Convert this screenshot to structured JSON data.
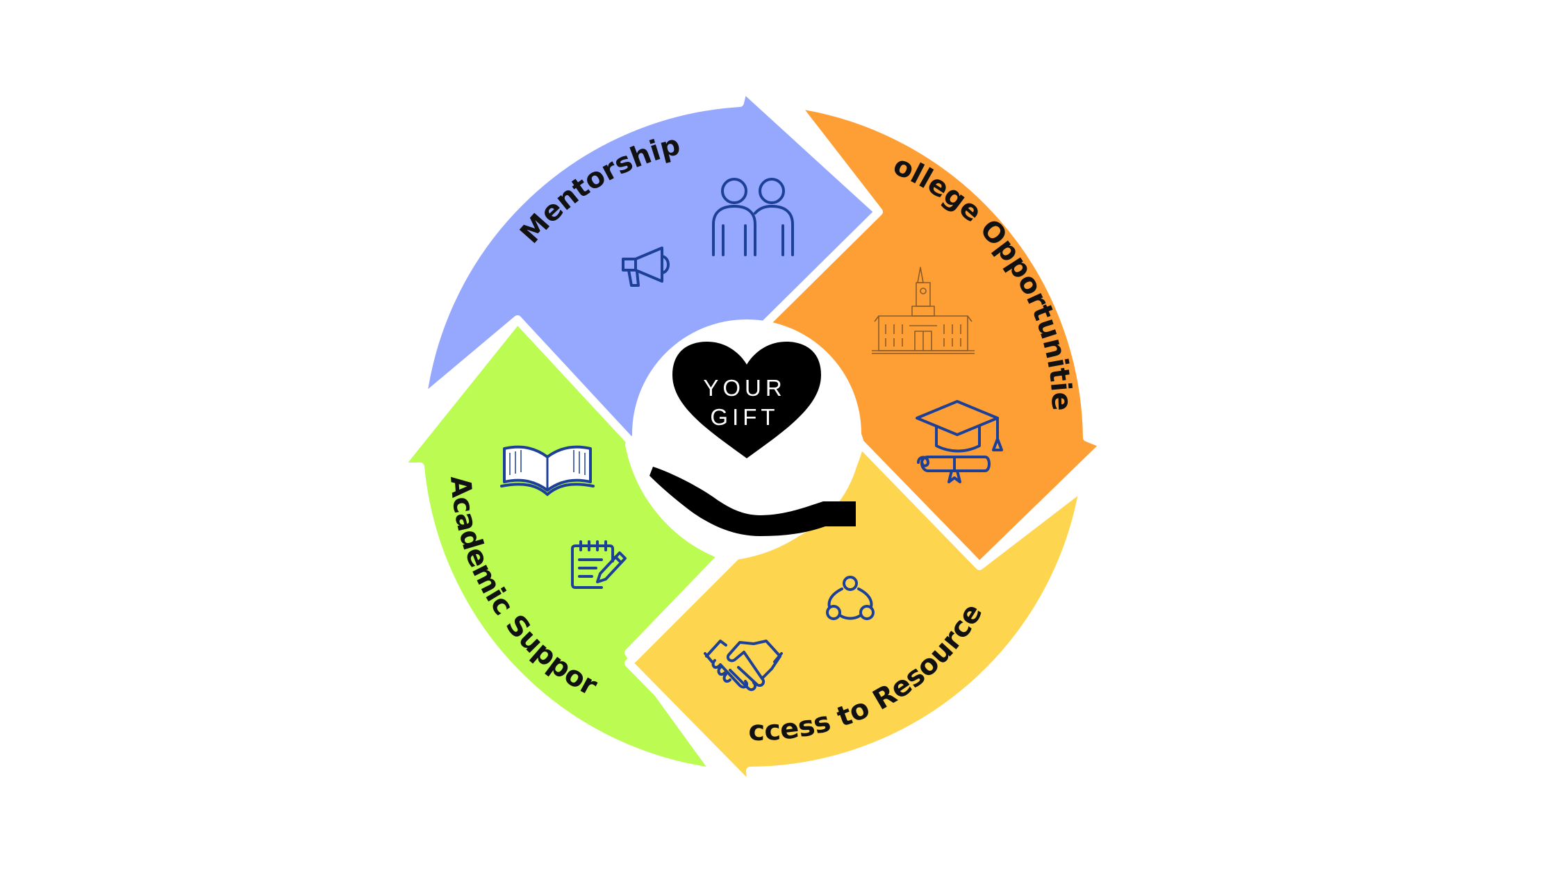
{
  "center": {
    "line1": "YOUR",
    "line2": "GIFT",
    "heart_color": "#000000",
    "hand_color": "#000000"
  },
  "segments": [
    {
      "label": "Mentorship",
      "color": "#95a8fd",
      "icons": [
        "people-icon",
        "megaphone-icon"
      ]
    },
    {
      "label": "College Opportunities",
      "color": "#fe9f35",
      "icons": [
        "university-building-icon",
        "graduation-cap-diploma-icon"
      ]
    },
    {
      "label": "Access to Resources",
      "color": "#fed54f",
      "icons": [
        "network-icon",
        "handshake-icon"
      ]
    },
    {
      "label": "Academic Support",
      "color": "#bbfb52",
      "icons": [
        "open-book-icon",
        "notepad-pencil-icon"
      ]
    }
  ],
  "icon_color": "#1c3f97"
}
